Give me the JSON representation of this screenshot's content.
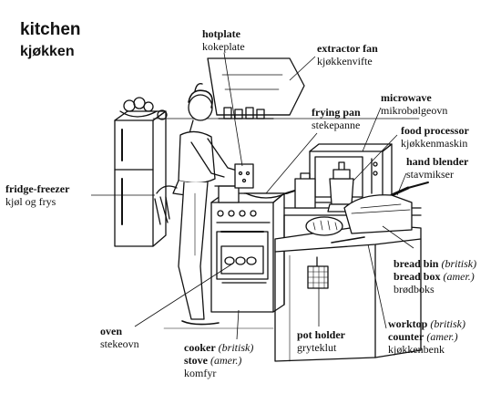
{
  "title": {
    "en": "kitchen",
    "no": "kjøkken"
  },
  "labels": {
    "hotplate": {
      "en": "hotplate",
      "no": "kokeplate"
    },
    "extractor_fan": {
      "en": "extractor fan",
      "no": "kjøkkenvifte"
    },
    "frying_pan": {
      "en": "frying pan",
      "no": "stekepanne"
    },
    "microwave": {
      "en": "microwave",
      "no": "mikrobølgeovn"
    },
    "food_processor": {
      "en": "food processor",
      "no": "kjøkkenmaskin"
    },
    "hand_blender": {
      "en": "hand blender",
      "no": "stavmikser"
    },
    "fridge_freezer": {
      "en": "fridge-freezer",
      "no": "kjøl og frys"
    },
    "bread_bin": {
      "en1": "bread bin",
      "var1": "(britisk)",
      "en2": "bread box",
      "var2": "(amer.)",
      "no": "brødboks"
    },
    "oven": {
      "en": "oven",
      "no": "stekeovn"
    },
    "pot_holder": {
      "en": "pot holder",
      "no": "gryteklut"
    },
    "cooker": {
      "en1": "cooker",
      "var1": "(britisk)",
      "en2": "stove",
      "var2": "(amer.)",
      "no": "komfyr"
    },
    "worktop": {
      "en1": "worktop",
      "var1": "(britisk)",
      "en2": "counter",
      "var2": "(amer.)",
      "no": "kjøkkenbenk"
    }
  }
}
